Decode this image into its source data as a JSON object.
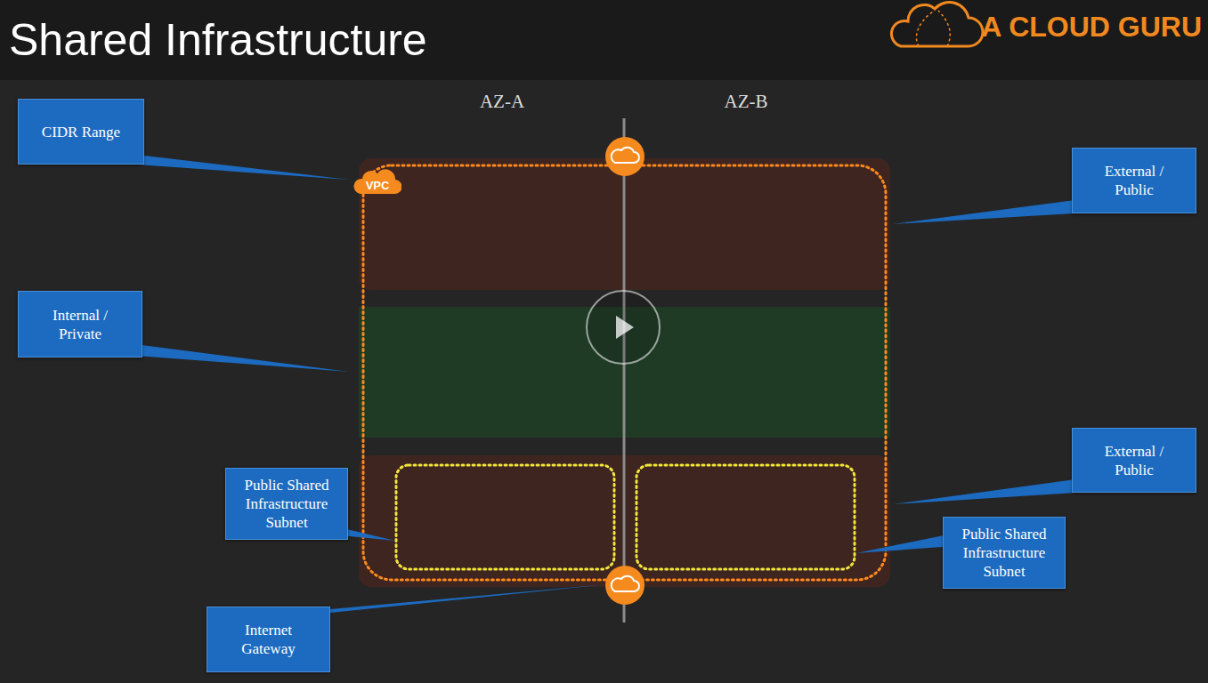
{
  "diagram": {
    "title": "Shared Infrastructure",
    "nodes": [
      {
        "text": [
          "CIDR Range"
        ]
      },
      {
        "text": [
          "VPC"
        ]
      },
      {
        "text": [
          "External / Public"
        ]
      },
      {
        "text": [
          "Internal / Private"
        ]
      },
      {
        "text": [
          "External / Public"
        ]
      },
      {
        "text": [
          "Public Shared Infrastructure Subnet"
        ]
      },
      {
        "text": [
          "Public Shared Infrastructure Subnet"
        ]
      },
      {
        "text": [
          "Internet Gateway"
        ]
      }
    ],
    "labels": [
      "A CLOUD GURU",
      "AZ-A",
      "AZ-B"
    ]
  }
}
